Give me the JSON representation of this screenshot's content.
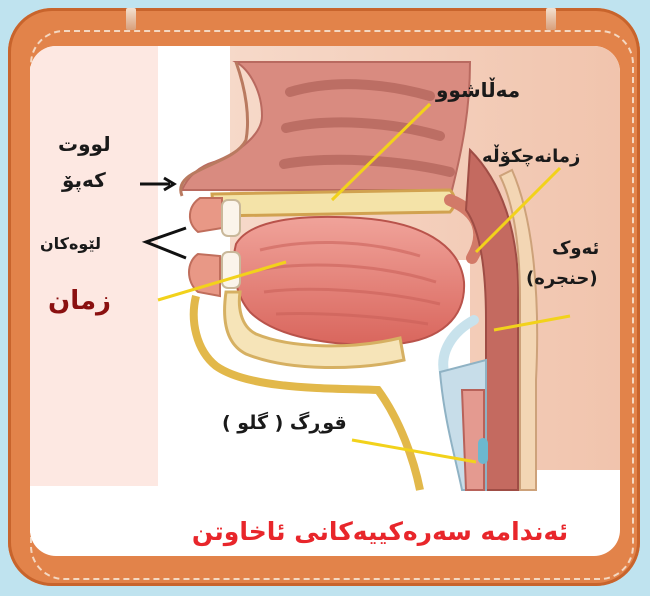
{
  "labels": {
    "nose_line1": "لووت",
    "nose_line2": "کەپۆ",
    "lips": "لێوەکان",
    "tongue": "زمان",
    "palate": "مەڵاشوو",
    "uvula": "زمانەچکۆڵە",
    "larynx_line1": "ئەوک",
    "larynx_line2": "(حنجرە)",
    "throat": "قوڕگ ( گلو )"
  },
  "title": "ئەندامە سەرەکییەکانی ئاخاوتن",
  "colors": {
    "frame": "#e2834a",
    "background": "#bfe3ef",
    "title_text": "#e8262b",
    "pointer_lines": "#f2d21b",
    "tissue": "#e79a8a",
    "tongue": "#e57c72"
  }
}
